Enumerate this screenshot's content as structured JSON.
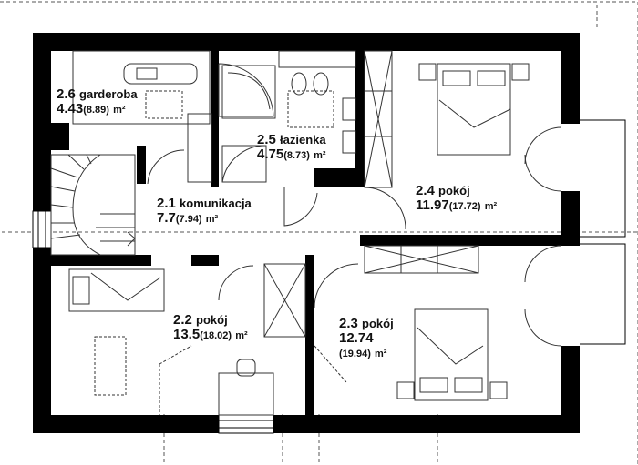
{
  "rooms": [
    {
      "id": "garderoba",
      "number": "2.6",
      "name": "garderoba",
      "area": "4.43",
      "area_total": "(8.89)",
      "unit": "m²"
    },
    {
      "id": "lazienka",
      "number": "2.5",
      "name": "łazienka",
      "area": "4.75",
      "area_total": "(8.73)",
      "unit": "m²"
    },
    {
      "id": "komunikacja",
      "number": "2.1",
      "name": "komunikacja",
      "area": "7.7",
      "area_total": "(7.94)",
      "unit": "m²"
    },
    {
      "id": "pokoj24",
      "number": "2.4",
      "name": "pokój",
      "area": "11.97",
      "area_total": "(17.72)",
      "unit": "m²"
    },
    {
      "id": "pokoj22",
      "number": "2.2",
      "name": "pokój",
      "area": "13.5",
      "area_total": "(18.02)",
      "unit": "m²"
    },
    {
      "id": "pokoj23",
      "number": "2.3",
      "name": "pokój",
      "area": "12.74",
      "area_total": "(19.94)",
      "unit": "m²"
    }
  ],
  "colors": {
    "wall": "#000000",
    "line": "#333333",
    "dash": "#444444",
    "background": "#ffffff"
  }
}
